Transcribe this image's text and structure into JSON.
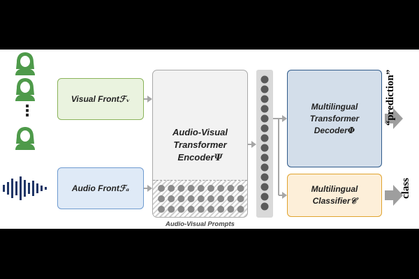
{
  "diagram": {
    "visual_front": "Visual Front",
    "visual_front_sym": "ℱᵥ",
    "audio_front": "Audio Front",
    "audio_front_sym": "ℱₐ",
    "encoder_line1": "Audio-Visual",
    "encoder_line2": "Transformer",
    "encoder_line3": "Encoder",
    "encoder_sym": "Ψ",
    "prompts_label": "Audio-Visual Prompts",
    "decoder_line1": "Multilingual",
    "decoder_line2": "Transformer",
    "decoder_line3": "Decoder",
    "decoder_sym": "Φ",
    "classifier_line1": "Multilingual",
    "classifier_line2": "Classifier",
    "classifier_sym": "𝒞",
    "output_prediction": "“prediction”",
    "output_class": "class",
    "ellipsis": "⋮"
  },
  "colors": {
    "person_green": "#4e9a4a",
    "waveform_navy": "#1f3566",
    "arrow_gray": "#a6a6a6",
    "token_dot": "#5a5a5a",
    "output_arrow": "#9e9e9e"
  }
}
